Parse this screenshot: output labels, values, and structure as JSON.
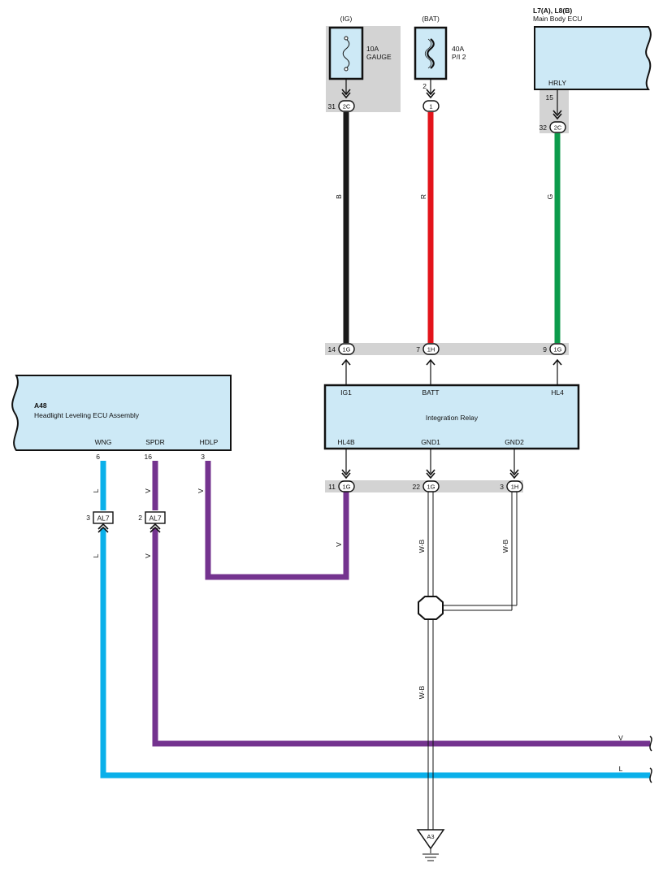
{
  "fuses": [
    {
      "source": "(IG)",
      "pin": "31",
      "connector": "2C",
      "rating": "10A",
      "name": "GAUGE"
    },
    {
      "source": "(BAT)",
      "pin": "2",
      "connector": "1",
      "rating": "40A",
      "name": "P/I 2"
    }
  ],
  "main_body_ecu": {
    "ref": "L7(A), L8(B)",
    "name": "Main Body ECU",
    "terminal": "HRLY",
    "pin": "15",
    "conn_pin": "32",
    "connector": "2C"
  },
  "integration_relay": {
    "name": "Integration Relay",
    "top_terminals": [
      "IG1",
      "BATT",
      "HL4"
    ],
    "bottom_terminals": [
      "HL4B",
      "GND1",
      "GND2"
    ],
    "top_pins": [
      {
        "pin": "14",
        "conn": "1G"
      },
      {
        "pin": "7",
        "conn": "1H"
      },
      {
        "pin": "9",
        "conn": "1G"
      }
    ],
    "bottom_pins": [
      {
        "pin": "11",
        "conn": "1G"
      },
      {
        "pin": "22",
        "conn": "1G"
      },
      {
        "pin": "3",
        "conn": "1H"
      }
    ]
  },
  "a48": {
    "ref": "A48",
    "name": "Headlight Leveling ECU Assembly",
    "terminals": [
      "WNG",
      "SPDR",
      "HDLP"
    ],
    "pins": [
      "6",
      "16",
      "3"
    ]
  },
  "al7": [
    {
      "pin": "3",
      "conn": "AL7"
    },
    {
      "pin": "2",
      "conn": "AL7"
    }
  ],
  "wire_labels": {
    "black": "B",
    "red": "R",
    "green": "G",
    "violet": "V",
    "blue": "L",
    "ground": "W-B"
  },
  "ground": {
    "ref": "A3"
  },
  "colors": {
    "black": "#1a1a1a",
    "red": "#e3141b",
    "green": "#0c9b4b",
    "violet": "#74338f",
    "blue": "#0ab0ea",
    "component_fill": "#cde9f6",
    "shade": "#d3d3d3"
  }
}
